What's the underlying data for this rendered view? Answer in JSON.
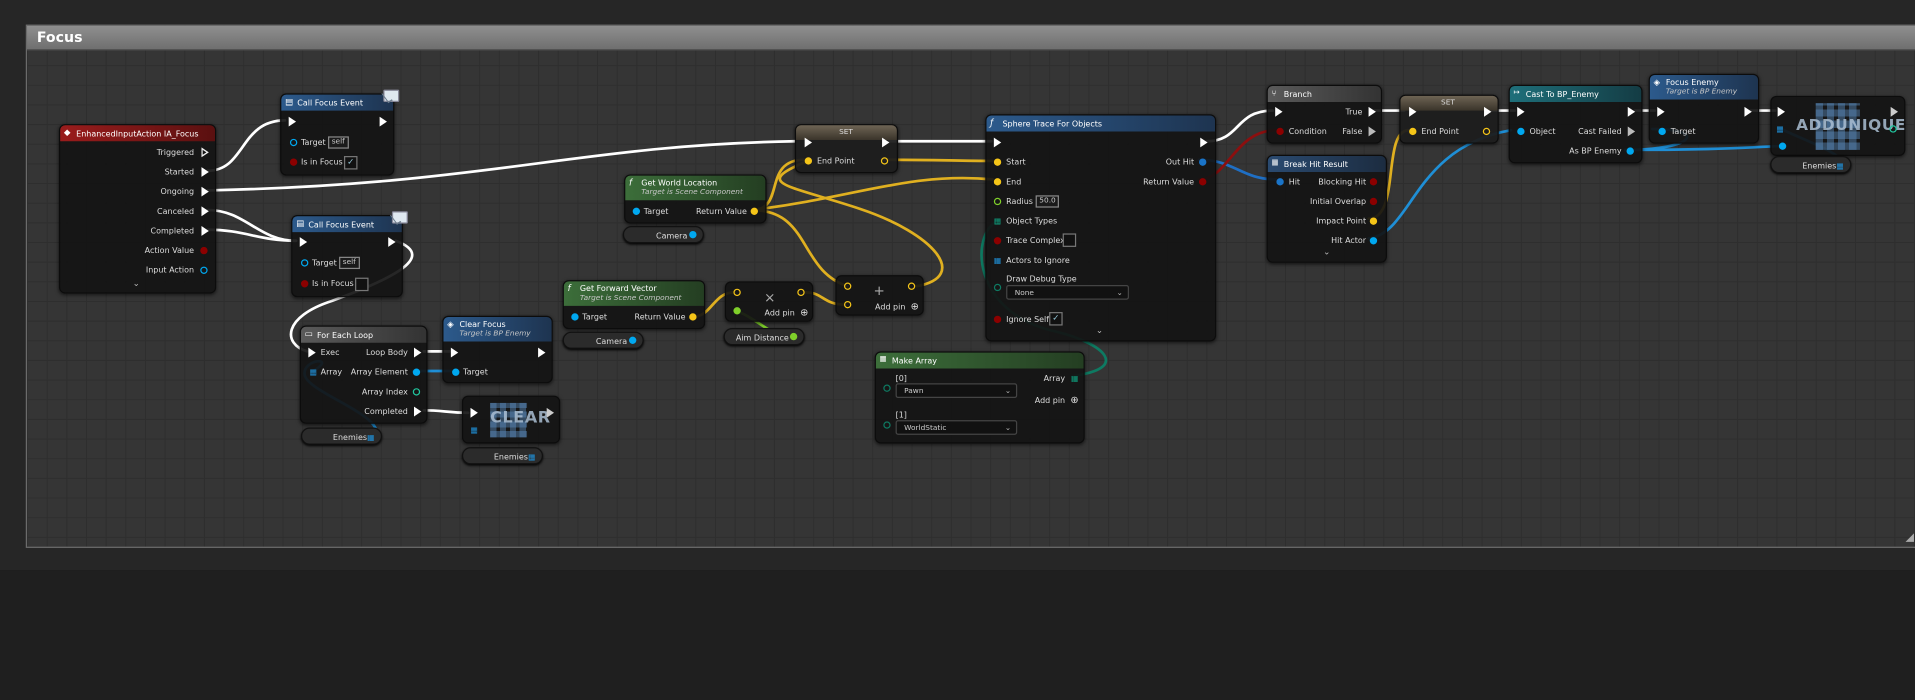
{
  "frame": {
    "title": "Focus"
  },
  "nodes": {
    "input_event": {
      "title": "EnhancedInputAction IA_Focus",
      "pins": [
        "Triggered",
        "Started",
        "Ongoing",
        "Canceled",
        "Completed",
        "Action Value",
        "Input Action"
      ]
    },
    "call_focus_1": {
      "title": "Call Focus Event",
      "target_label": "Target",
      "target_value": "self",
      "bool_label": "Is in Focus",
      "bool_checked": "✓"
    },
    "call_focus_2": {
      "title": "Call Focus Event",
      "target_label": "Target",
      "target_value": "self",
      "bool_label": "Is in Focus"
    },
    "for_each": {
      "title": "For Each Loop",
      "exec": "Exec",
      "loop_body": "Loop Body",
      "array": "Array",
      "array_element": "Array Element",
      "array_index": "Array Index",
      "completed": "Completed"
    },
    "clear_focus": {
      "title": "Clear Focus",
      "subtitle": "Target is BP Enemy",
      "target": "Target"
    },
    "clear": {
      "title": "CLEAR"
    },
    "get_world_location": {
      "title": "Get World Location",
      "subtitle": "Target is Scene Component",
      "target": "Target",
      "return_value": "Return Value"
    },
    "get_forward_vector": {
      "title": "Get Forward Vector",
      "subtitle": "Target is Scene Component",
      "target": "Target",
      "return_value": "Return Value"
    },
    "multiply": {
      "symbol": "×",
      "add_pin": "Add pin"
    },
    "add": {
      "symbol": "+",
      "add_pin": "Add pin"
    },
    "set_1": {
      "title": "SET",
      "pin": "End Point"
    },
    "sphere_trace": {
      "title": "Sphere Trace For Objects",
      "start": "Start",
      "end": "End",
      "radius": "Radius",
      "radius_value": "50.0",
      "object_types": "Object Types",
      "trace_complex": "Trace Complex",
      "actors_to_ignore": "Actors to Ignore",
      "draw_debug_type": "Draw Debug Type",
      "draw_debug_value": "None",
      "ignore_self": "Ignore Self",
      "ignore_self_checked": "✓",
      "out_hit": "Out Hit",
      "return_value": "Return Value"
    },
    "make_array": {
      "title": "Make Array",
      "idx0": "[0]",
      "val0": "Pawn",
      "idx1": "[1]",
      "val1": "WorldStatic",
      "array": "Array",
      "add_pin": "Add pin"
    },
    "branch": {
      "title": "Branch",
      "condition": "Condition",
      "true": "True",
      "false": "False"
    },
    "break_hit": {
      "title": "Break Hit Result",
      "hit": "Hit",
      "blocking_hit": "Blocking Hit",
      "initial_overlap": "Initial Overlap",
      "impact_point": "Impact Point",
      "hit_actor": "Hit Actor"
    },
    "set_2": {
      "title": "SET",
      "pin": "End Point"
    },
    "cast": {
      "title": "Cast To BP_Enemy",
      "object": "Object",
      "cast_failed": "Cast Failed",
      "as_enemy": "As BP Enemy"
    },
    "focus_enemy": {
      "title": "Focus Enemy",
      "subtitle": "Target is BP Enemy",
      "target": "Target"
    },
    "addunique": {
      "title": "ADDUNIQUE"
    }
  },
  "variables": {
    "camera_1": "Camera",
    "camera_2": "Camera",
    "aim_distance": "Aim Distance",
    "enemies_1": "Enemies",
    "enemies_2": "Enemies",
    "enemies_3": "Enemies"
  },
  "colors": {
    "exec": "#ffffff",
    "object": "#00a8f0",
    "vector": "#f5c518",
    "bool": "#8c0000",
    "float": "#9ade3a",
    "struct": "#1a74c8",
    "enum": "#0d6e5a",
    "header_event": "#7a1515",
    "header_function": "#2c5a8c",
    "header_pure": "#3c6e3a",
    "header_var": "#4a4a4a"
  }
}
